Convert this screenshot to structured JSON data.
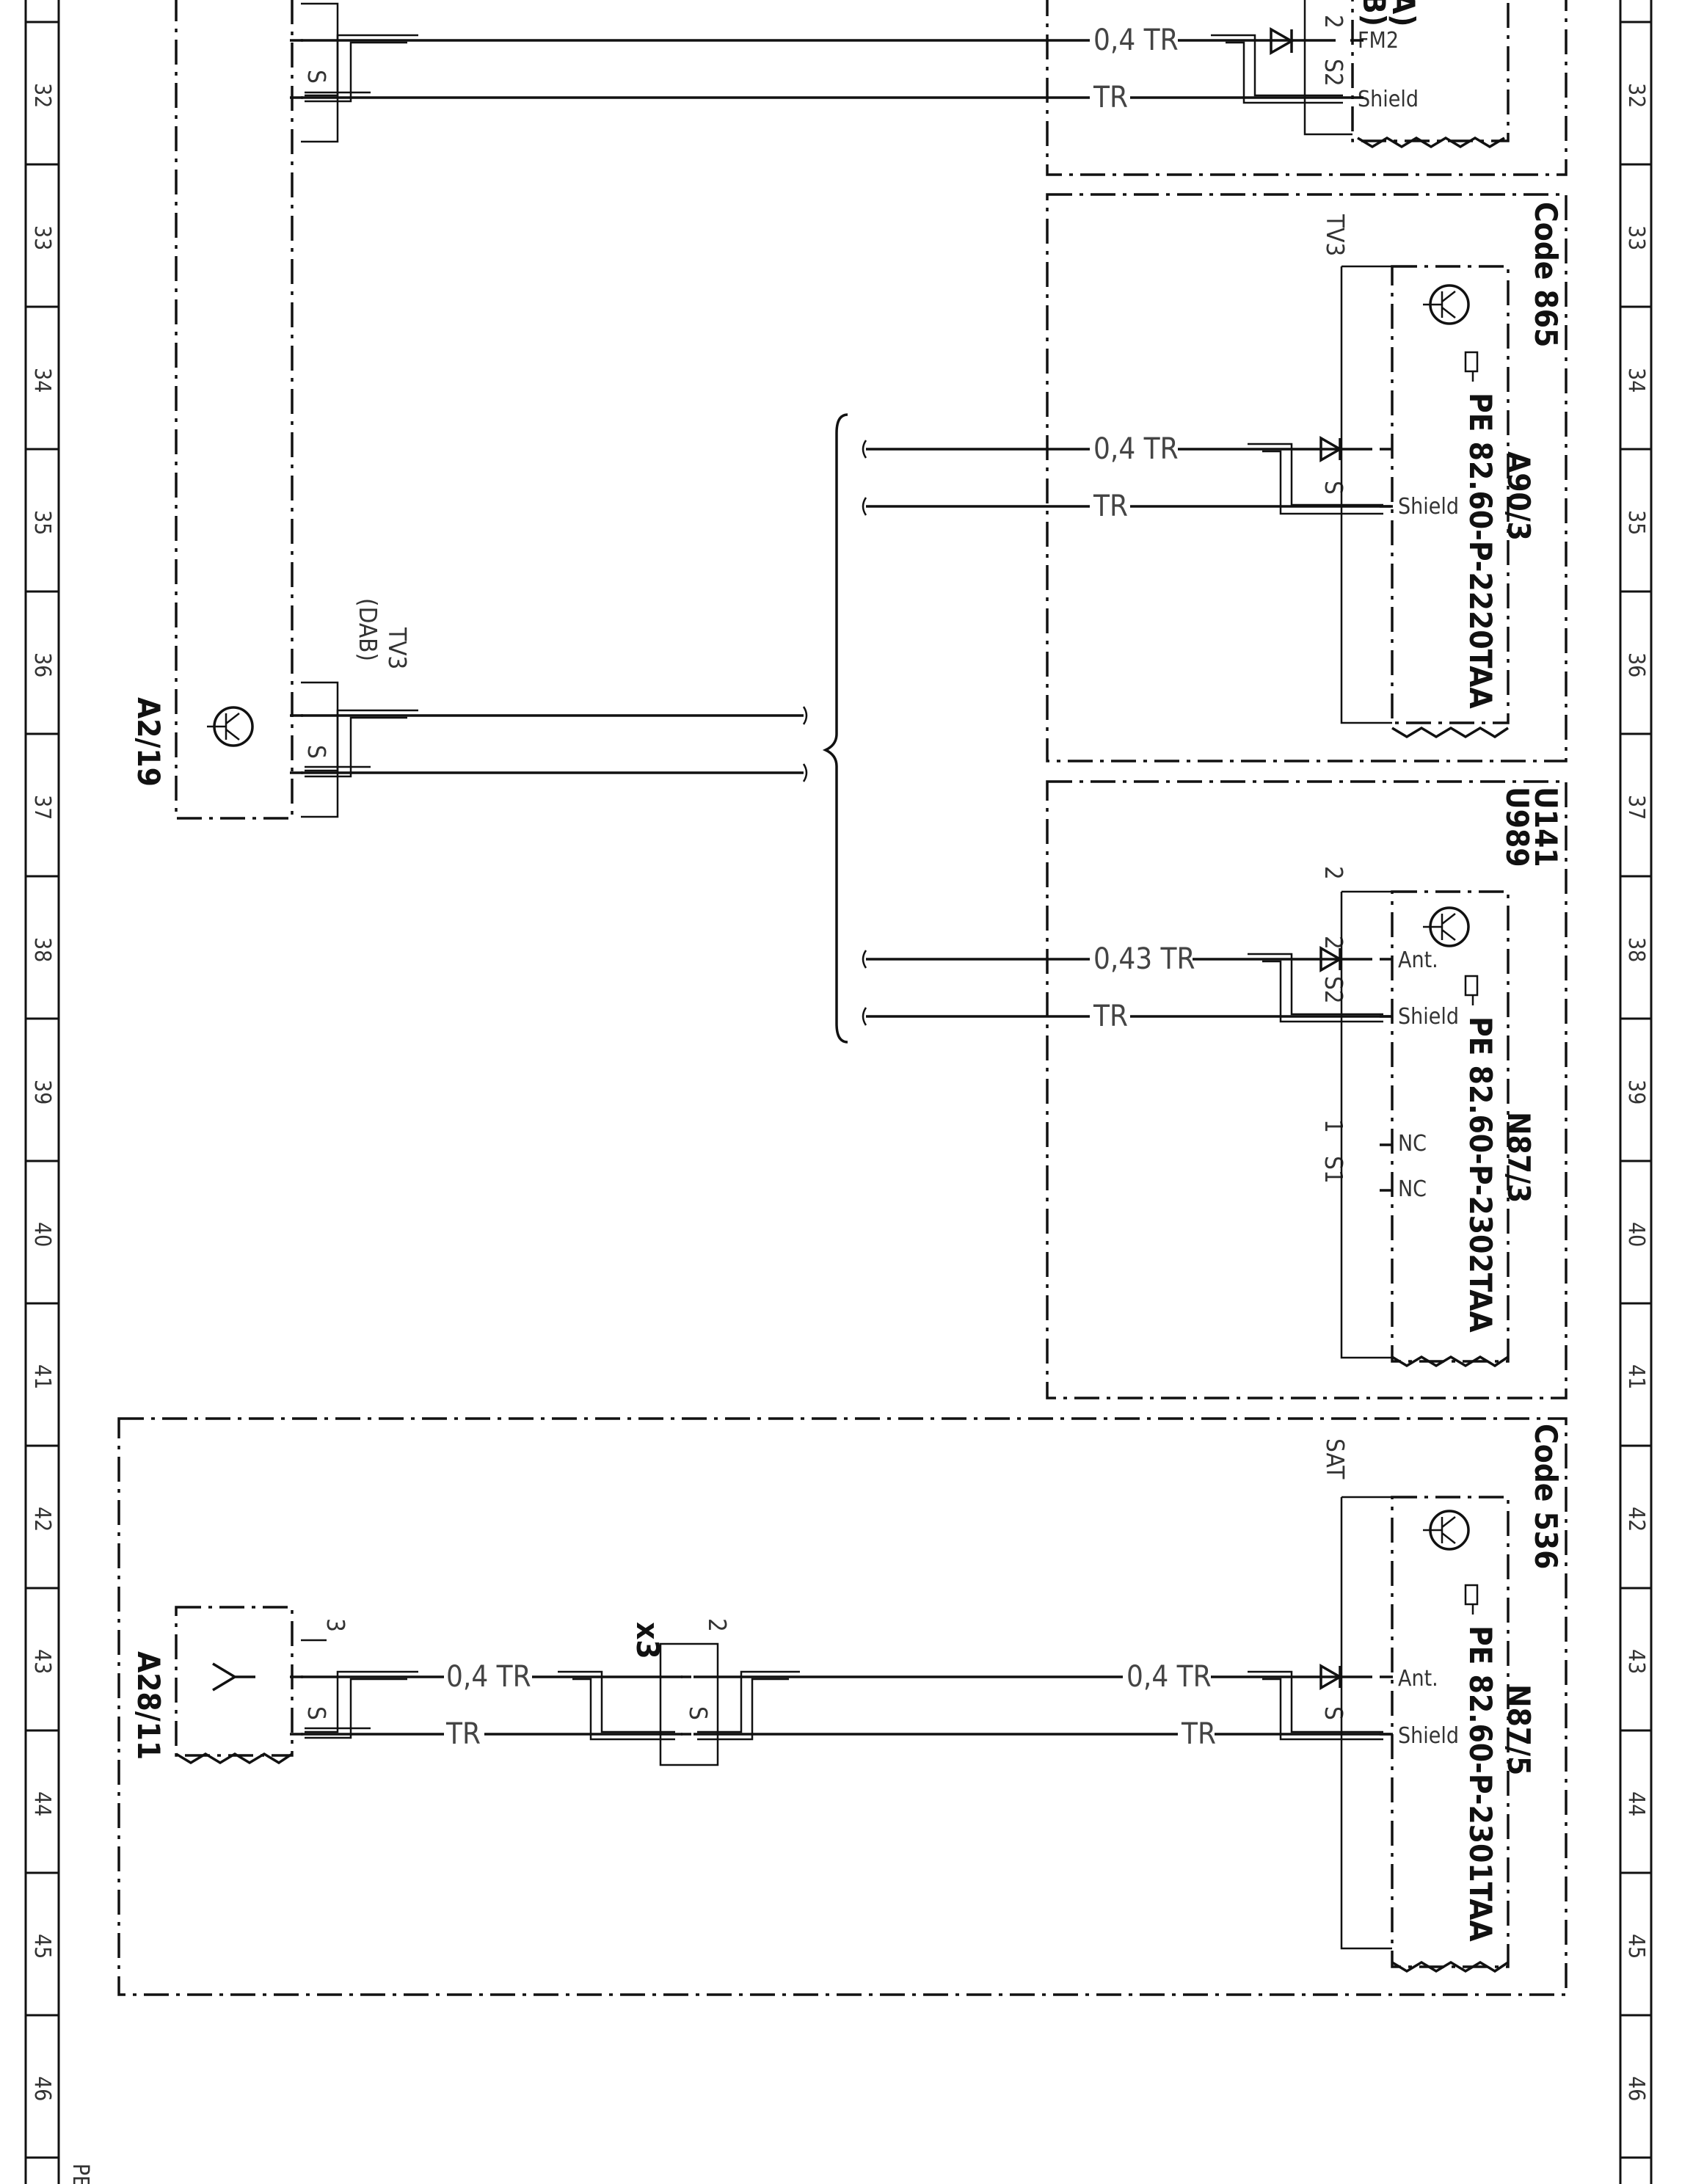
{
  "grid": {
    "rows": [
      "32",
      "33",
      "34",
      "35",
      "36",
      "37",
      "38",
      "39",
      "40",
      "41",
      "42",
      "43",
      "44",
      "45",
      "46"
    ],
    "corner_text": "PE"
  },
  "components": {
    "a2_19": "A2/19",
    "a28_11": "A28/11",
    "a90_3": "A90/3",
    "n87_3": "N87/3",
    "n87_5": "N87/5"
  },
  "codes": {
    "code_865": "Code 865",
    "code_536": "Code 536",
    "u141": "U141",
    "u989": "U989"
  },
  "references": {
    "a90_3": "PE 82.60-P-2220TAA",
    "n87_3": "PE 82.60-P-2302TAA",
    "n87_5": "PE 82.60-P-2301TAA"
  },
  "connectors": {
    "tv3": "TV3",
    "tv3_dab": "TV3",
    "dab": "(DAB)",
    "sat": "SAT",
    "x3": "x3",
    "pin_2": "2",
    "pin_3": "3",
    "pin_1": "1",
    "s": "S",
    "s1": "S1",
    "s2": "S2"
  },
  "pins": {
    "fm2": "FM2",
    "shield": "Shield",
    "ant": "Ant.",
    "nc": "NC"
  },
  "wires": {
    "w04tr": "0,4 TR",
    "w043tr": "0,43 TR",
    "tr": "TR"
  },
  "partial_text": {
    "top_frag_a": "A)",
    "top_frag_b": "B)"
  }
}
